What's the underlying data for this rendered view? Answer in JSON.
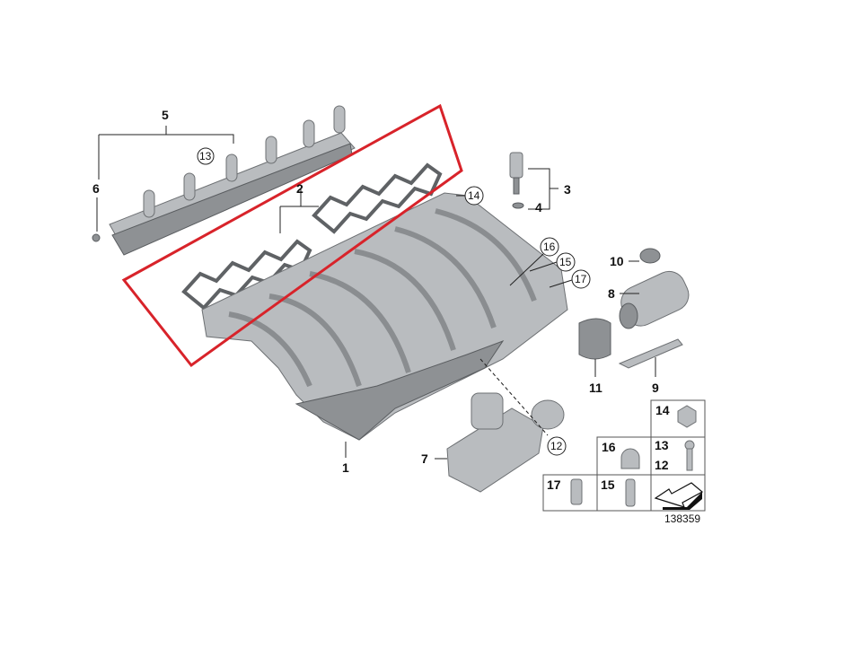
{
  "diagram_number": "138359",
  "highlight_color": "#d8232a",
  "callouts": {
    "p1": "1",
    "p2": "2",
    "p3": "3",
    "p4": "4",
    "p5": "5",
    "p6": "6",
    "p7": "7",
    "p8": "8",
    "p9": "9",
    "p10": "10",
    "p11": "11",
    "p12": "12",
    "p13": "13",
    "p14": "14",
    "p15": "15",
    "p16": "16",
    "p17": "17"
  },
  "legend_table": {
    "cell14": "14",
    "cell16": "16",
    "cell13": "13",
    "cell12": "12",
    "cell17": "17",
    "cell15": "15"
  }
}
